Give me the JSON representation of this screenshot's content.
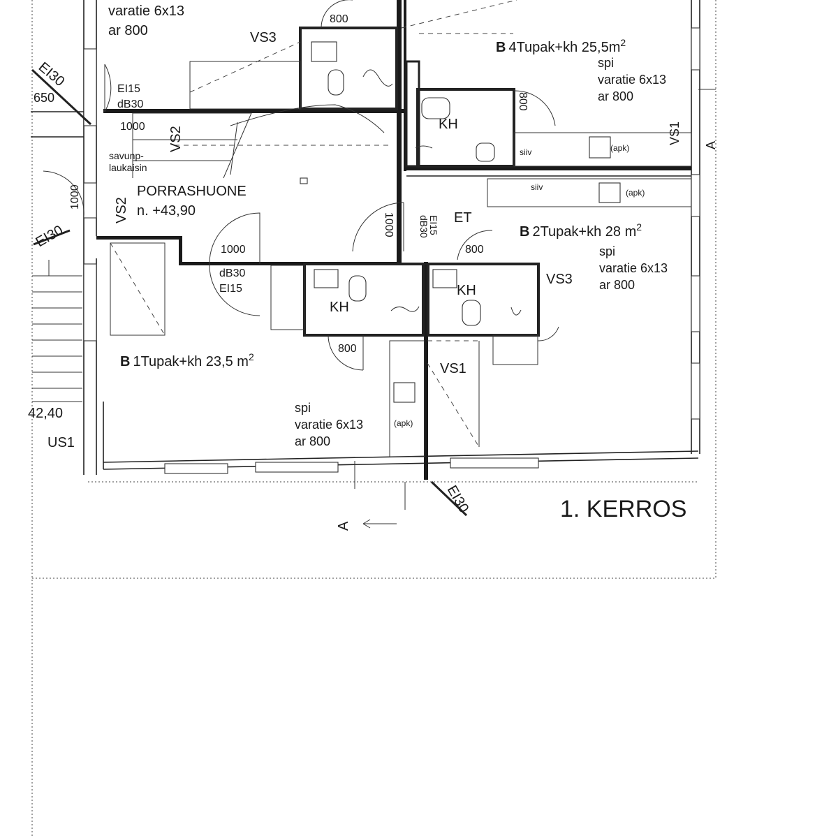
{
  "drawing": {
    "floor_title": "1. KERROS",
    "section_marker": "A",
    "section_marker_right": "A"
  },
  "spaces": {
    "stair": {
      "name": "PORRASHUONE",
      "level": "n. +43,90"
    },
    "b1": {
      "letter": "B",
      "number": "1",
      "title": "Tupak+kh 23,5 m",
      "sup": "2"
    },
    "b2": {
      "letter": "B",
      "number": "2",
      "title": "Tupak+kh 28 m",
      "sup": "2"
    },
    "b4": {
      "letter": "B",
      "number": "4",
      "title": "Tupak+kh 25,5m",
      "sup": "2"
    },
    "kh": "KH",
    "et": "ET"
  },
  "notes": {
    "spi": "spi",
    "varatie": "varatie 6x13",
    "ar": "ar 800",
    "siiv": "siiv",
    "apk": "(apk)",
    "savunp_1": "savunp-",
    "savunp_2": "laukaisin"
  },
  "walls": {
    "vs1": "VS1",
    "vs2": "VS2",
    "vs3": "VS3",
    "us1": "US1",
    "ei30": "EI30",
    "ei15": "EI15",
    "db30": "dB30"
  },
  "dimensions": {
    "d1000": "1000",
    "d800": "800",
    "d650": "650",
    "level_4240": "42,40"
  }
}
